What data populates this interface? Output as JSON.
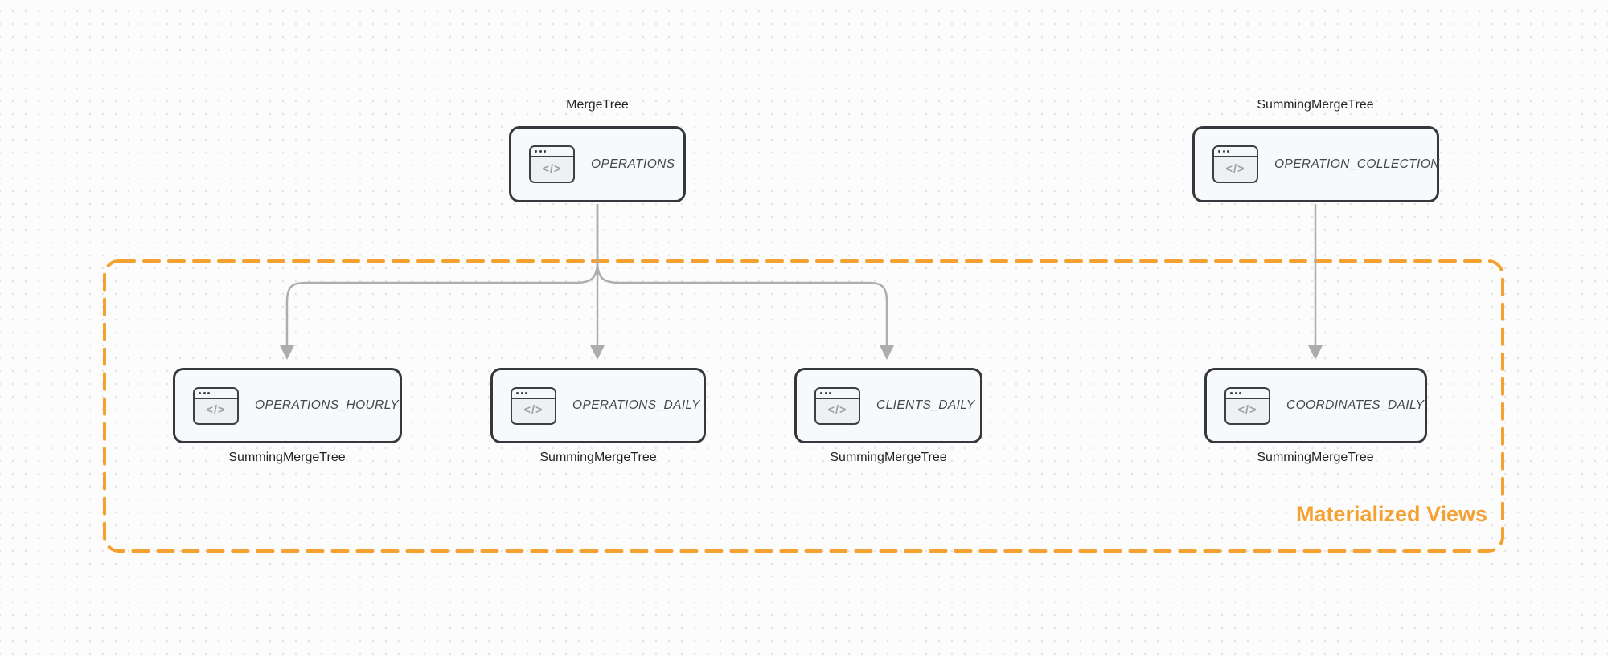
{
  "diagram": {
    "group": {
      "label": "Materialized Views",
      "border_style": "dashed",
      "border_color": "#f5a132"
    },
    "nodes": [
      {
        "id": "operations",
        "title": "OPERATIONS",
        "engine": "MergeTree",
        "engine_label_position": "top",
        "icon": "code-window-icon",
        "in_group": false
      },
      {
        "id": "operation-collection",
        "title": "OPERATION_COLLECTION",
        "engine": "SummingMergeTree",
        "engine_label_position": "top",
        "icon": "code-window-icon",
        "in_group": false
      },
      {
        "id": "operations-hourly",
        "title": "OPERATIONS_HOURLY",
        "engine": "SummingMergeTree",
        "engine_label_position": "bottom",
        "icon": "code-window-icon",
        "in_group": true
      },
      {
        "id": "operations-daily",
        "title": "OPERATIONS_DAILY",
        "engine": "SummingMergeTree",
        "engine_label_position": "bottom",
        "icon": "code-window-icon",
        "in_group": true
      },
      {
        "id": "clients-daily",
        "title": "CLIENTS_DAILY",
        "engine": "SummingMergeTree",
        "engine_label_position": "bottom",
        "icon": "code-window-icon",
        "in_group": true
      },
      {
        "id": "coordinates-daily",
        "title": "COORDINATES_DAILY",
        "engine": "SummingMergeTree",
        "engine_label_position": "bottom",
        "icon": "code-window-icon",
        "in_group": true
      }
    ],
    "edges": [
      {
        "from": "OPERATIONS",
        "to": "OPERATIONS_HOURLY",
        "style": "arrow"
      },
      {
        "from": "OPERATIONS",
        "to": "OPERATIONS_DAILY",
        "style": "arrow"
      },
      {
        "from": "OPERATIONS",
        "to": "CLIENTS_DAILY",
        "style": "arrow"
      },
      {
        "from": "OPERATION_COLLECTION",
        "to": "COORDINATES_DAILY",
        "style": "arrow"
      }
    ],
    "icon_glyph": "</>",
    "colors": {
      "group_orange": "#f5a132",
      "arrow_gray": "#adadad",
      "node_border": "#35393e",
      "node_fill": "#f8f9fa",
      "canvas_bg": "#fcfcfc",
      "dot_grid": "#e3e4e6"
    }
  }
}
